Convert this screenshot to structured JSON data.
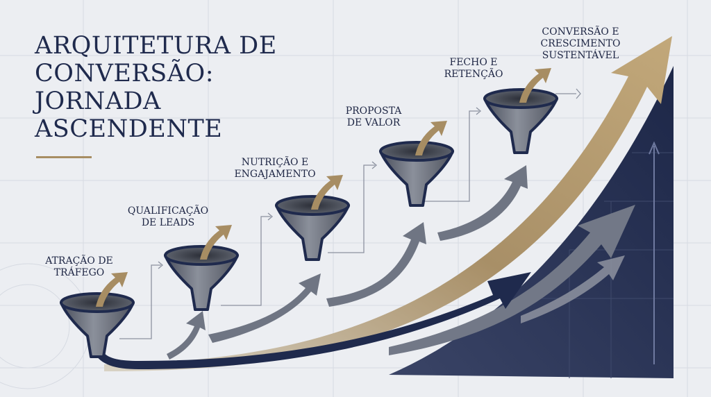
{
  "title": {
    "lines": [
      "ARQUITETURA DE",
      "CONVERSÃO:",
      "JORNADA",
      "ASCENDENTE"
    ]
  },
  "stages": [
    {
      "lines": [
        "ATRAÇÃO DE",
        "TRÁFEGO"
      ]
    },
    {
      "lines": [
        "QUALIFICAÇÃO",
        "DE LEADS"
      ]
    },
    {
      "lines": [
        "NUTRIÇÃO E",
        "ENGAJAMENTO"
      ]
    },
    {
      "lines": [
        "PROPOSTA",
        "DE VALOR"
      ]
    },
    {
      "lines": [
        "FECHO E",
        "RETENÇÃO"
      ]
    },
    {
      "lines": [
        "CONVERSÃO E",
        "CRESCIMENTO",
        "SUSTENTÁVEL"
      ]
    }
  ],
  "colors": {
    "navy": "#1f2a4d",
    "gold": "#a78d63",
    "slate": "#6d7381",
    "background": "#eceef2"
  }
}
